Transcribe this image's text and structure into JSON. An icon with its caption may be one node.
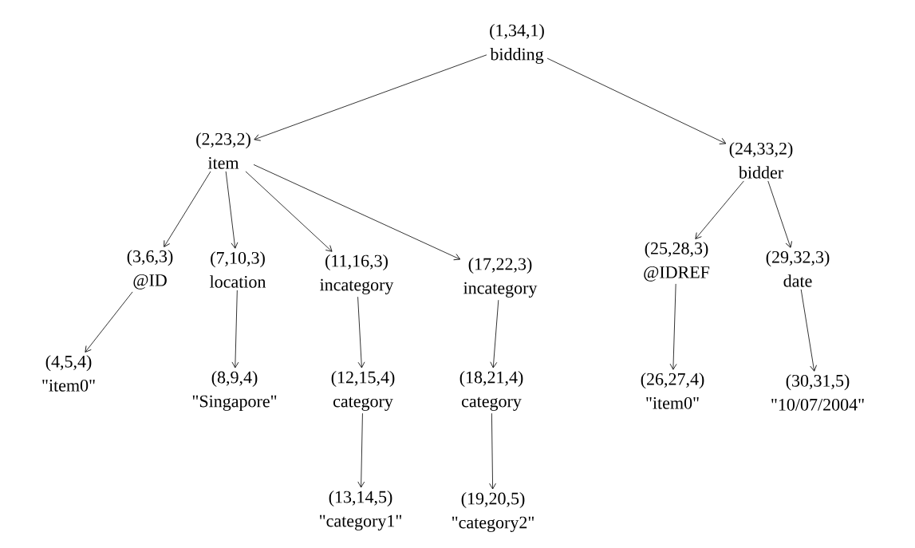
{
  "diagram": {
    "nodes": [
      {
        "text": [
          "(1,34,1)",
          "bidding"
        ]
      },
      {
        "text": [
          "(2,23,2)",
          "item"
        ]
      },
      {
        "text": [
          "(24,33,2)",
          "bidder"
        ]
      },
      {
        "text": [
          "(3,6,3)",
          "@ID"
        ]
      },
      {
        "text": [
          "(7,10,3)",
          "location"
        ]
      },
      {
        "text": [
          "(11,16,3)",
          "incategory"
        ]
      },
      {
        "text": [
          "(17,22,3)",
          "incategory"
        ]
      },
      {
        "text": [
          "(25,28,3)",
          "@IDREF"
        ]
      },
      {
        "text": [
          "(29,32,3)",
          "date"
        ]
      },
      {
        "text": [
          "(4,5,4)",
          "\"item0\""
        ]
      },
      {
        "text": [
          "(8,9,4)",
          "\"Singapore\""
        ]
      },
      {
        "text": [
          "(12,15,4)",
          "category"
        ]
      },
      {
        "text": [
          "(18,21,4)",
          "category"
        ]
      },
      {
        "text": [
          "(26,27,4)",
          "\"item0\""
        ]
      },
      {
        "text": [
          "(30,31,5)",
          "\"10/07/2004\""
        ]
      },
      {
        "text": [
          "(13,14,5)",
          "\"category1\""
        ]
      },
      {
        "text": [
          "(19,20,5)",
          "\"category2\""
        ]
      }
    ],
    "edges": [
      {
        "from": 0,
        "to": 1,
        "arrow": "to"
      },
      {
        "from": 0,
        "to": 2,
        "arrow": "to"
      },
      {
        "from": 1,
        "to": 3,
        "arrow": "to"
      },
      {
        "from": 1,
        "to": 4,
        "arrow": "to"
      },
      {
        "from": 1,
        "to": 5,
        "arrow": "to"
      },
      {
        "from": 1,
        "to": 6,
        "arrow": "to"
      },
      {
        "from": 2,
        "to": 7,
        "arrow": "to"
      },
      {
        "from": 2,
        "to": 8,
        "arrow": "to"
      },
      {
        "from": 3,
        "to": 9,
        "arrow": "to"
      },
      {
        "from": 4,
        "to": 10,
        "arrow": "to"
      },
      {
        "from": 5,
        "to": 11,
        "arrow": "to"
      },
      {
        "from": 6,
        "to": 12,
        "arrow": "to"
      },
      {
        "from": 7,
        "to": 13,
        "arrow": "to"
      },
      {
        "from": 8,
        "to": 14,
        "arrow": "to"
      },
      {
        "from": 11,
        "to": 15,
        "arrow": "to"
      },
      {
        "from": 12,
        "to": 16,
        "arrow": "to"
      }
    ]
  }
}
